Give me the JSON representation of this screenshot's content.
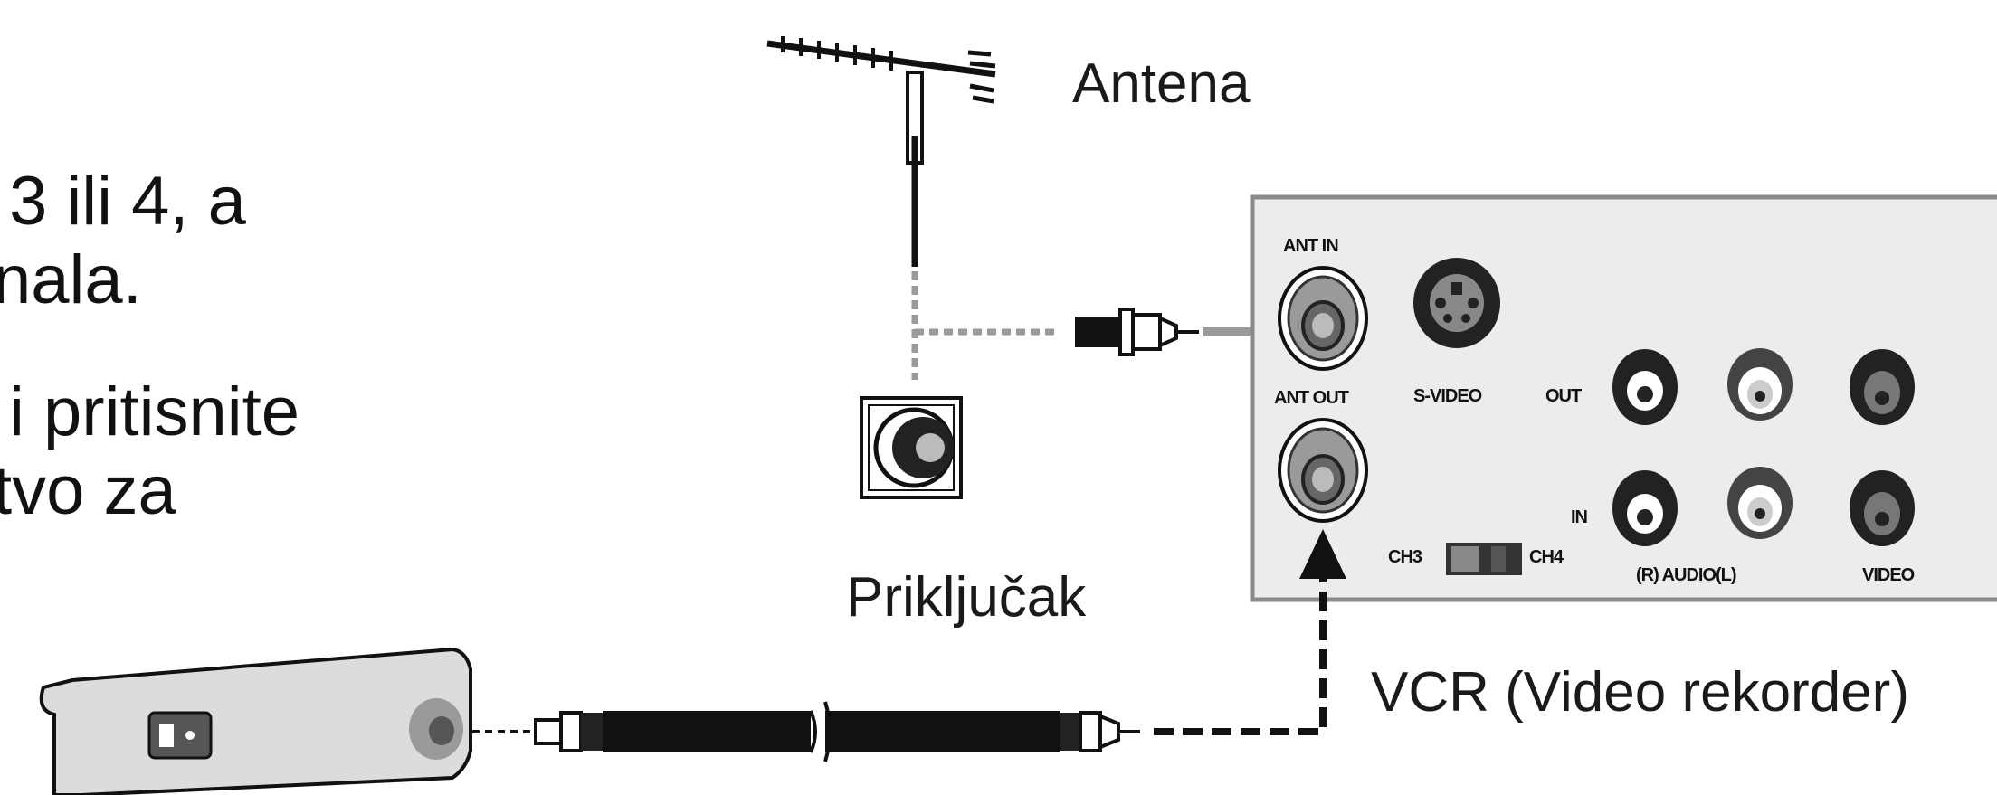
{
  "instructions": {
    "line1": "3 ili 4, a",
    "line2": "nala.",
    "line3": "i pritisnite",
    "line4": "tvo za"
  },
  "labels": {
    "antenna": "Antena",
    "wall_jack": "Priključak",
    "vcr": "VCR (Video rekorder)"
  },
  "vcr_panel": {
    "ant_in": "ANT IN",
    "ant_out": "ANT OUT",
    "s_video": "S-VIDEO",
    "out": "OUT",
    "in": "IN",
    "ch3": "CH3",
    "ch4": "CH4",
    "audio": "(R) AUDIO(L)",
    "video": "VIDEO"
  },
  "colors": {
    "panel_bg": "#ececec",
    "panel_border": "#8a8a8a",
    "cable": "#111111",
    "arrow_grey": "#9a9a9a"
  }
}
